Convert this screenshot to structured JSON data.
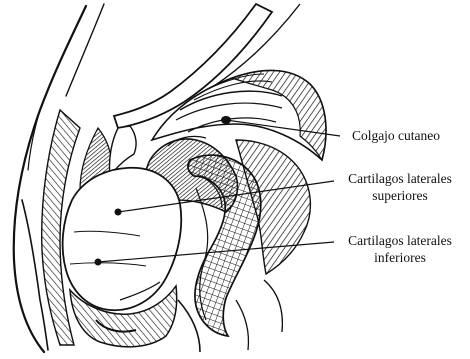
{
  "labels": {
    "colgajo_cutaneo": "Colgajo cutaneo",
    "cartilagos_laterales_superiores_line1": "Cartilagos laterales",
    "cartilagos_laterales_superiores_line2": "superiores",
    "cartilagos_laterales_inferiores_line1": "Cartilagos laterales",
    "cartilagos_laterales_inferiores_line2": "inferiores"
  },
  "colors": {
    "ink": "#111111",
    "paper": "#ffffff"
  }
}
